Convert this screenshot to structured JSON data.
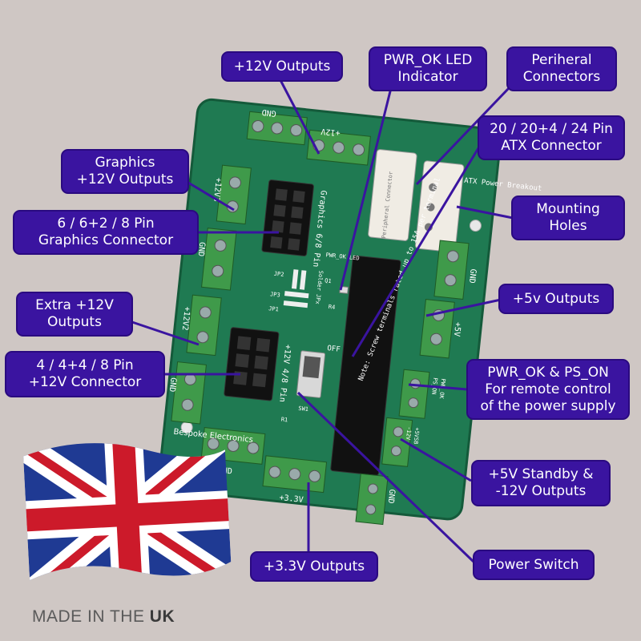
{
  "labels": {
    "plus12_outputs": "+12V Outputs",
    "pwr_ok_led": [
      "PWR_OK LED",
      "Indicator"
    ],
    "peripheral": [
      "Periheral",
      "Connectors"
    ],
    "atx": [
      "20 / 20+4 / 24 Pin",
      "ATX Connector"
    ],
    "graphics_out": [
      "Graphics",
      "+12V Outputs"
    ],
    "graphics_conn": [
      "6 / 6+2 / 8 Pin",
      "Graphics Connector"
    ],
    "mounting": [
      "Mounting",
      "Holes"
    ],
    "plus5_outputs": "+5v Outputs",
    "extra12": [
      "Extra +12V",
      "Outputs"
    ],
    "conn12": [
      "4 / 4+4 / 8 Pin",
      "+12V Connector"
    ],
    "pwrok_pson": [
      "PWR_OK & PS_ON",
      "For remote control",
      "of the power supply"
    ],
    "standby": [
      "+5V Standby &",
      "-12V Outputs"
    ],
    "plus33_outputs": "+3.3V Outputs",
    "power_switch": "Power Switch"
  },
  "silkscreen": {
    "gnd": "GND",
    "v12": "+12V",
    "v12_3": "+12V3",
    "v12_2": "+12V2",
    "v5": "+5V",
    "v33": "+3.3V",
    "graphics": "Graphics 6/8 Pin",
    "plus12_48": "+12V 4/8 Pin",
    "atx_title": "ATX Power Breakout",
    "peripheral_conn": "Peripheral Connector",
    "brand": "Bespoke Electronics",
    "note": "Note: Screw terminals rated up to 15A per terminal",
    "off": "OFF",
    "jp1": "JP1",
    "jp2": "JP2",
    "jp3": "JP3",
    "pwrok_led": "PWR_OK LED",
    "ps_on": "PS_ON",
    "pwr_ok": "PWR_OK",
    "v5sb": "+5VSB",
    "m12": "-12V",
    "solder": "Solder JPx",
    "q1": "Q1",
    "r4": "R4",
    "sw1": "SW1",
    "r1": "R1"
  },
  "footer": {
    "prefix": "MADE IN THE ",
    "bold": "UK"
  },
  "colors": {
    "background": "#cfc7c4",
    "board": "#1f7a52",
    "label_fill": "#3a14a0",
    "terminal": "#3f9a4a",
    "flag_blue": "#1f3a93",
    "flag_red": "#cc1a2a"
  }
}
